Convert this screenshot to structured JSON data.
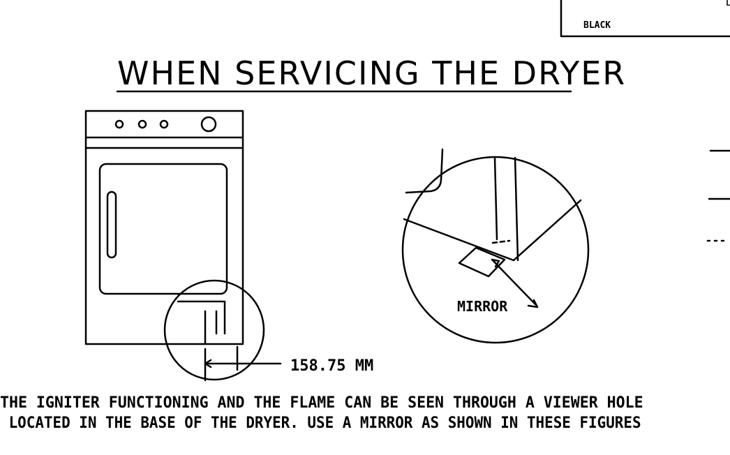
{
  "title": "WHEN SERVICING THE DRYER",
  "corner_legend": {
    "label": "BLACK",
    "partial_char": "L"
  },
  "dimension_label": "158.75 MM",
  "mirror_label": "MIRROR",
  "caption": {
    "line1": "THE IGNITER FUNCTIONING AND THE FLAME CAN BE SEEN THROUGH A VIEWER HOLE",
    "line2": " LOCATED IN THE BASE OF THE DRYER. USE A MIRROR AS SHOWN IN THESE FIGURES"
  },
  "colors": {
    "ink": "#000000",
    "paper": "#ffffff"
  }
}
